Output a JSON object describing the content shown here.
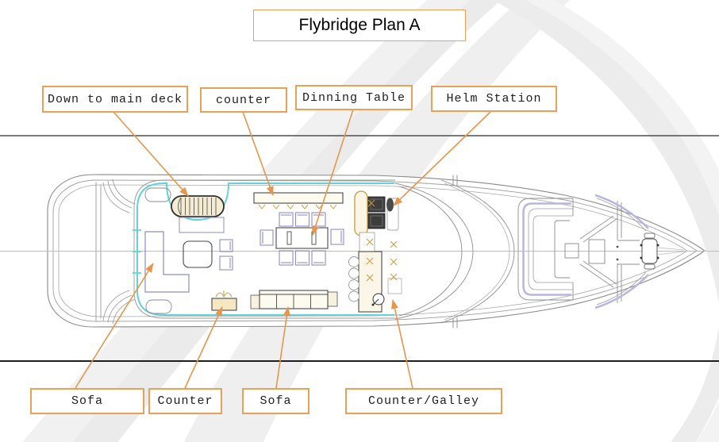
{
  "title": "Flybridge Plan A",
  "callouts": {
    "top": [
      {
        "label": "Down to main deck"
      },
      {
        "label": "counter"
      },
      {
        "label": "Dinning Table"
      },
      {
        "label": "Helm Station"
      }
    ],
    "bottom": [
      {
        "label": "Sofa"
      },
      {
        "label": "Counter"
      },
      {
        "label": "Sofa"
      },
      {
        "label": "Counter/Galley"
      }
    ]
  },
  "colors": {
    "callout_orange": "#EBA155",
    "leader_arrow_orange": "#E8954C",
    "deck_edge_cyan": "#62D4D4",
    "furniture_periwinkle": "#8F8CC5",
    "bow_trim_lavender": "#B9B6DF",
    "counter_tan": "#C89B3C",
    "hull_line_gray": "#8A8A8A"
  }
}
